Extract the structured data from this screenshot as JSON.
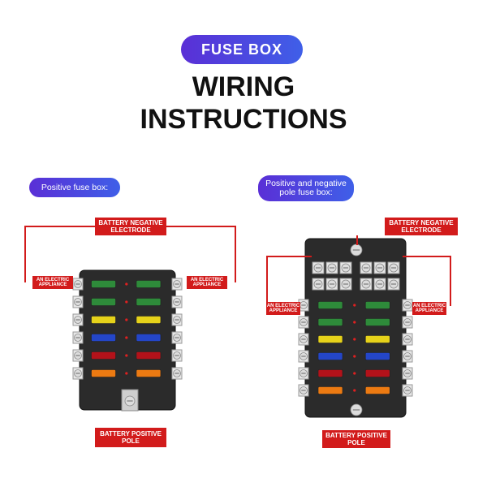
{
  "header": {
    "badge": "FUSE BOX",
    "title_line1": "WIRING",
    "title_line2": "INSTRUCTIONS"
  },
  "left_panel": {
    "caption": "Positive fuse box:",
    "label_top": "BATTERY NEGATIVE ELECTRODE",
    "label_left": "AN ELECTRIC APPLIANCE",
    "label_right": "AN ELECTRIC APPLIANCE",
    "label_bottom": "BATTERY POSITIVE POLE"
  },
  "right_panel": {
    "caption": "Positive and negative pole fuse box:",
    "label_top": "BATTERY NEGATIVE ELECTRODE",
    "label_left": "AN ELECTRIC APPLIANCE",
    "label_right": "AN ELECTRIC APPLIANCE",
    "label_bottom": "BATTERY POSITIVE POLE"
  },
  "colors": {
    "accent_red": "#d21b1b",
    "badge_purple": "#5a2fd6",
    "fuse_green": "#2e8b3a",
    "fuse_yellow": "#e6d21a",
    "fuse_blue": "#2446c8",
    "fuse_red": "#b3121a",
    "fuse_orange": "#ec7a12"
  },
  "fuse_rows": [
    "green",
    "green",
    "yellow",
    "blue",
    "red",
    "orange"
  ]
}
